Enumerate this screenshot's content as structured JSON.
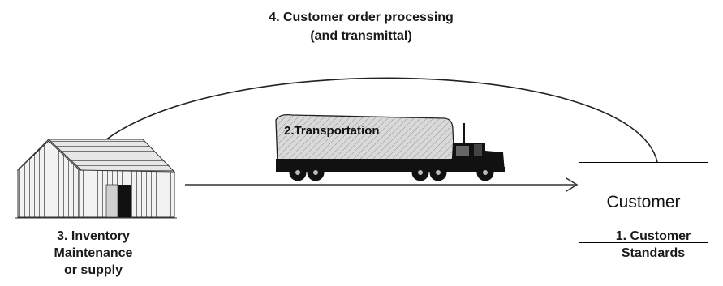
{
  "diagram": {
    "top_label_line1": "4. Customer order processing",
    "top_label_line2": "(and transmittal)",
    "transport_label": "2.Transportation",
    "customer_box_label": "Customer",
    "customer_caption_line1": "1. Customer",
    "customer_caption_line2": "Standards",
    "inventory_caption_line1": "3. Inventory",
    "inventory_caption_line2": "Maintenance",
    "inventory_caption_line3": "or supply"
  },
  "icons": {
    "warehouse": "warehouse-icon",
    "truck": "truck-icon"
  },
  "colors": {
    "ink": "#1a1a1a",
    "background": "#ffffff"
  }
}
